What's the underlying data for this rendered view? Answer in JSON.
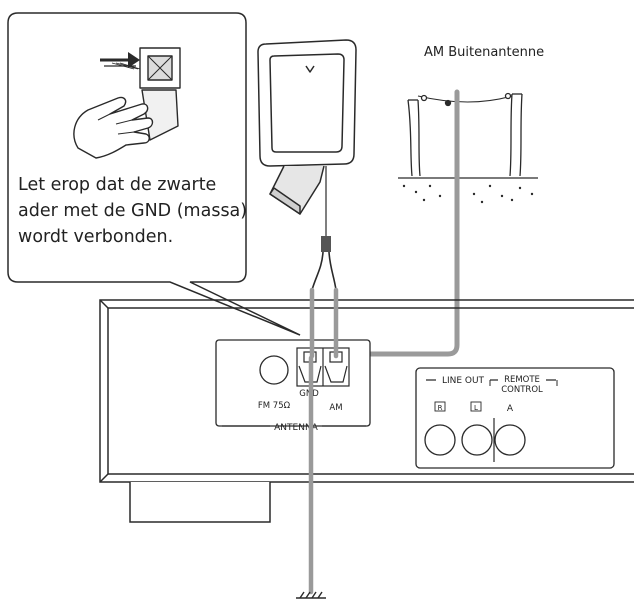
{
  "callout": {
    "lines": [
      "Let erop dat de zwarte",
      "ader met de GND (massa)",
      "wordt verbonden."
    ]
  },
  "outdoor_antenna": {
    "label": "AM Buitenantenne"
  },
  "antenna_panel": {
    "fm_label": "FM 75Ω",
    "gnd_label": "GND",
    "am_label": "AM",
    "section_label": "ANTENNA"
  },
  "output_panel": {
    "line_out_label": "LINE OUT",
    "remote_label_1": "REMOTE",
    "remote_label_2": "CONTROL",
    "r_label": "R",
    "l_label": "L",
    "a_label": "A"
  },
  "colors": {
    "line": "#2a2a2a",
    "cable": "#9a9a9a"
  }
}
